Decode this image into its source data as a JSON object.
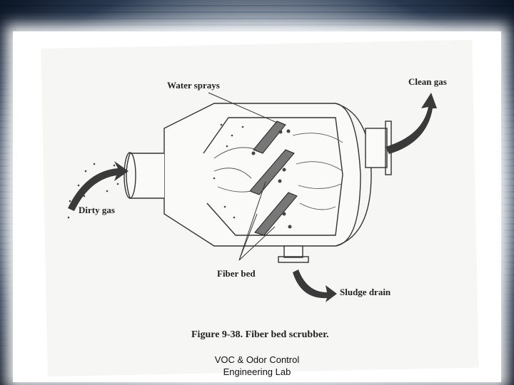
{
  "diagram": {
    "labels": {
      "water_sprays": "Water sprays",
      "clean_gas": "Clean gas",
      "dirty_gas": "Dirty gas",
      "fiber_bed": "Fiber bed",
      "sludge_drain": "Sludge drain"
    },
    "caption": "Figure 9-38. Fiber bed scrubber."
  },
  "footer": {
    "line1": "VOC & Odor Control",
    "line2": "Engineering Lab"
  }
}
